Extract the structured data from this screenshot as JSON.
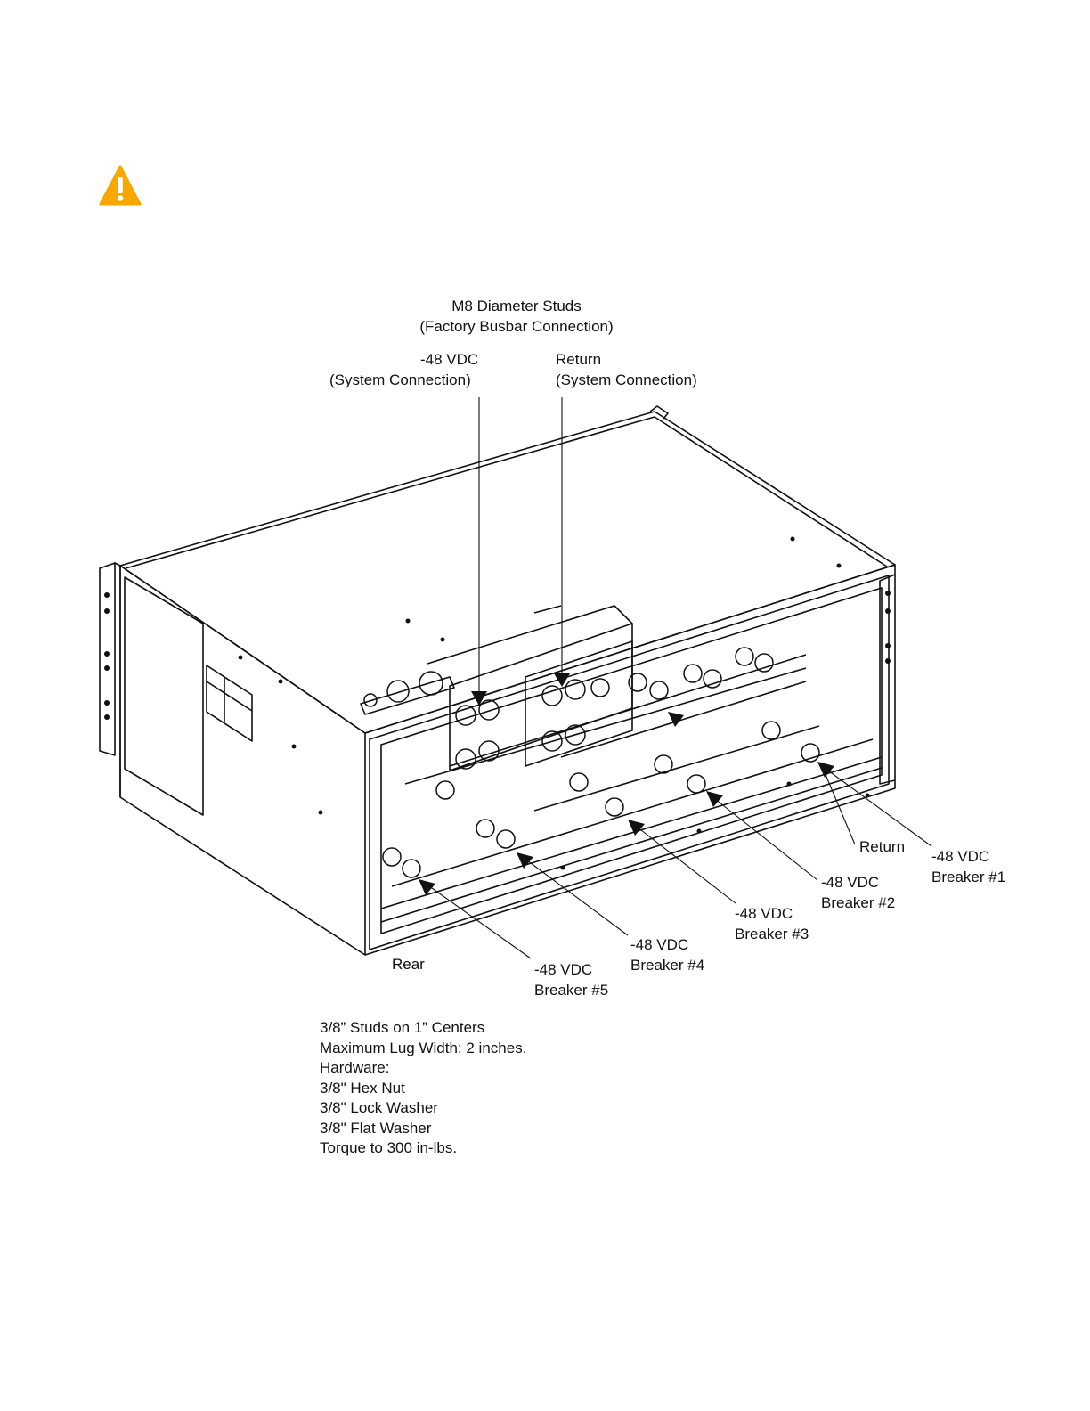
{
  "icons": {
    "warning": "warning-triangle-icon",
    "warning_color": "#F7A800"
  },
  "callouts": {
    "m8_studs": {
      "line1": "M8 Diameter Studs",
      "line2": "(Factory Busbar Connection)"
    },
    "neg48_system": {
      "line1": "-48 VDC",
      "line2": "(System Connection)"
    },
    "return_system": {
      "line1": "Return",
      "line2": "(System Connection)"
    },
    "return": {
      "line1": "Return"
    },
    "breaker1": {
      "line1": "-48 VDC",
      "line2": "Breaker #1"
    },
    "breaker2": {
      "line1": "-48 VDC",
      "line2": "Breaker #2"
    },
    "breaker3": {
      "line1": "-48 VDC",
      "line2": "Breaker #3"
    },
    "breaker4": {
      "line1": "-48 VDC",
      "line2": "Breaker #4"
    },
    "breaker5": {
      "line1": "-48 VDC",
      "line2": "Breaker #5"
    },
    "rear": {
      "line1": "Rear"
    }
  },
  "notes": [
    "3/8” Studs on 1” Centers",
    "Maximum Lug Width: 2 inches.",
    "Hardware:",
    "3/8\" Hex Nut",
    "3/8\" Lock Washer",
    "3/8\" Flat Washer",
    "Torque to 300 in-lbs."
  ]
}
